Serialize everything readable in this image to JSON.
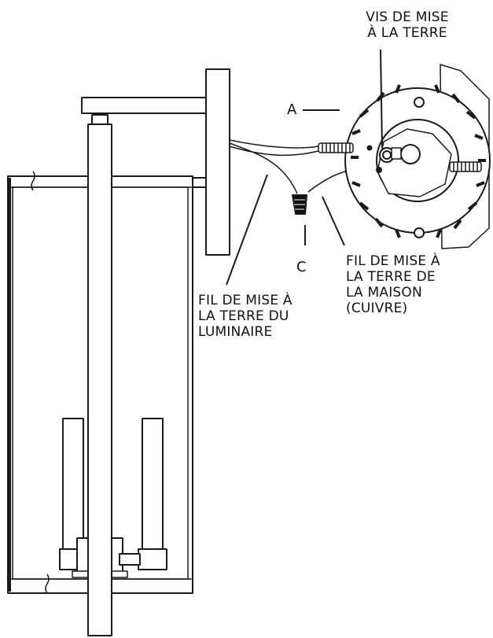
{
  "labels": {
    "ground_screw": {
      "lines": [
        "VIS DE MISE",
        "À LA TERRE"
      ]
    },
    "part_a": "A",
    "part_c": "C",
    "fixture_ground_wire": {
      "lines": [
        "FIL DE MISE À",
        "LA TERRE DU",
        "LUMINAIRE"
      ]
    },
    "house_ground_wire": {
      "lines": [
        "FIL DE MISE À",
        "LA TERRE DE",
        "LA MAISON",
        "(CUIVRE)"
      ]
    }
  },
  "colors": {
    "stroke": "#1a1a1a",
    "fill": "#ffffff",
    "background": "#ffffff",
    "connector": "#111111"
  }
}
